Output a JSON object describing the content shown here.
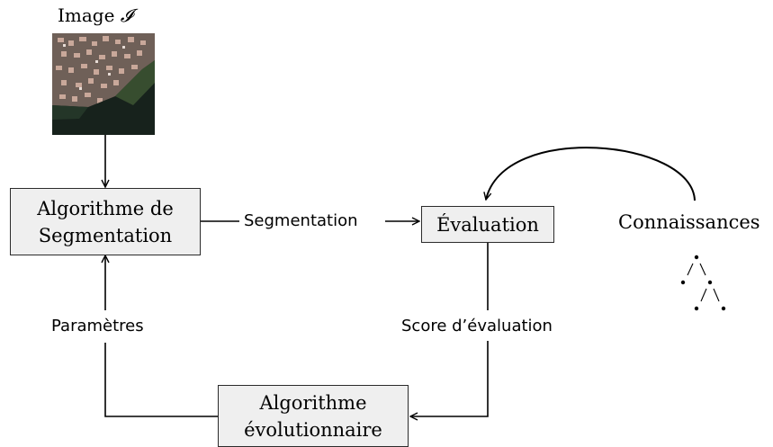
{
  "image": {
    "title": "Image",
    "symbol": "𝓘"
  },
  "nodes": {
    "segmentation_algo": {
      "line1": "Algorithme de",
      "line2": "Segmentation"
    },
    "evaluation": {
      "label": "Évaluation"
    },
    "evolutionary_algo": {
      "line1": "Algorithme",
      "line2": "évolutionnaire"
    },
    "knowledge": {
      "label": "Connaissances"
    }
  },
  "edges": {
    "segmentation": "Segmentation",
    "score": "Score d’évaluation",
    "parameters": "Paramètres"
  }
}
